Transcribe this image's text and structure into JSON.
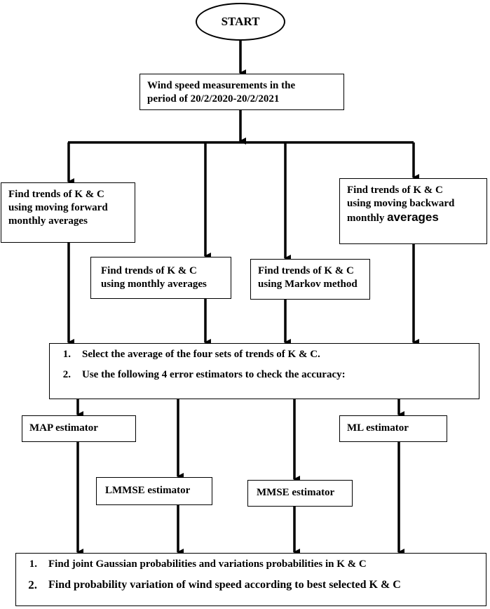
{
  "start": "START",
  "measure": {
    "line1": "Wind speed measurements in the",
    "line2": "period of 20/2/2020-20/2/2021"
  },
  "trend_forward": {
    "line1": "Find trends of K & C",
    "line2": "using moving forward",
    "line3": "monthly averages"
  },
  "trend_backward": {
    "line1": "Find trends of K & C",
    "line2": "using moving backward",
    "line3a": "monthly ",
    "line3b": "averages"
  },
  "trend_monthly": {
    "line1": "Find trends of K & C",
    "line2": "using monthly averages"
  },
  "trend_markov": {
    "line1": "Find trends of K & C",
    "line2": "using Markov method"
  },
  "select": {
    "items": [
      {
        "num": "1.",
        "text": "Select the average of the four sets of trends of K & C."
      },
      {
        "num": "2.",
        "text": "Use the following 4 error estimators to check the accuracy:"
      }
    ]
  },
  "estimators": {
    "map": "MAP estimator",
    "lmmse": "LMMSE estimator",
    "mmse": "MMSE estimator",
    "ml": "ML estimator"
  },
  "final": {
    "items": [
      {
        "num": "1.",
        "text": "Find joint Gaussian probabilities and variations probabilities in K & C"
      },
      {
        "num": "2.",
        "text": "Find probability variation of wind speed according to best selected K & C"
      }
    ]
  }
}
